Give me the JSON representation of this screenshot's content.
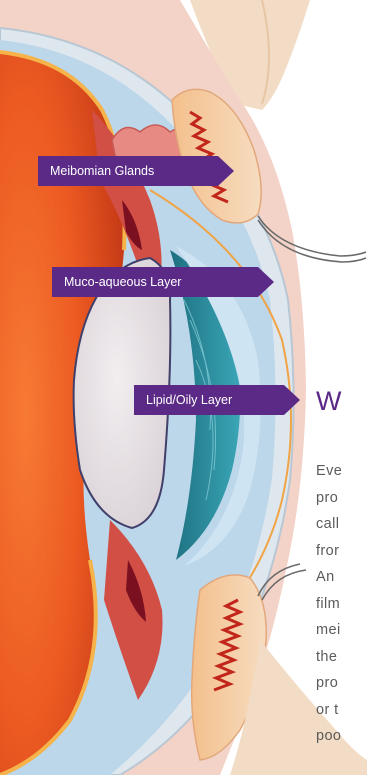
{
  "labels": {
    "meibomian": "Meibomian Glands",
    "muco": "Muco-aqueous Layer",
    "lipid": "Lipid/Oily Layer"
  },
  "heading": "W",
  "body_lines": [
    "Eve",
    "pro",
    "call",
    "fror",
    "An",
    "film",
    "mei",
    "the",
    "pro",
    "or t",
    "poo"
  ],
  "colors": {
    "label_bg": "#5b2a86",
    "heading": "#5b2a86",
    "body_text": "#5b5b5b",
    "eye_orange": "#e8501e",
    "lens": "#e6e0e4",
    "cornea_teal": "#1f8d9e",
    "eyelid": "#f1c79c"
  }
}
